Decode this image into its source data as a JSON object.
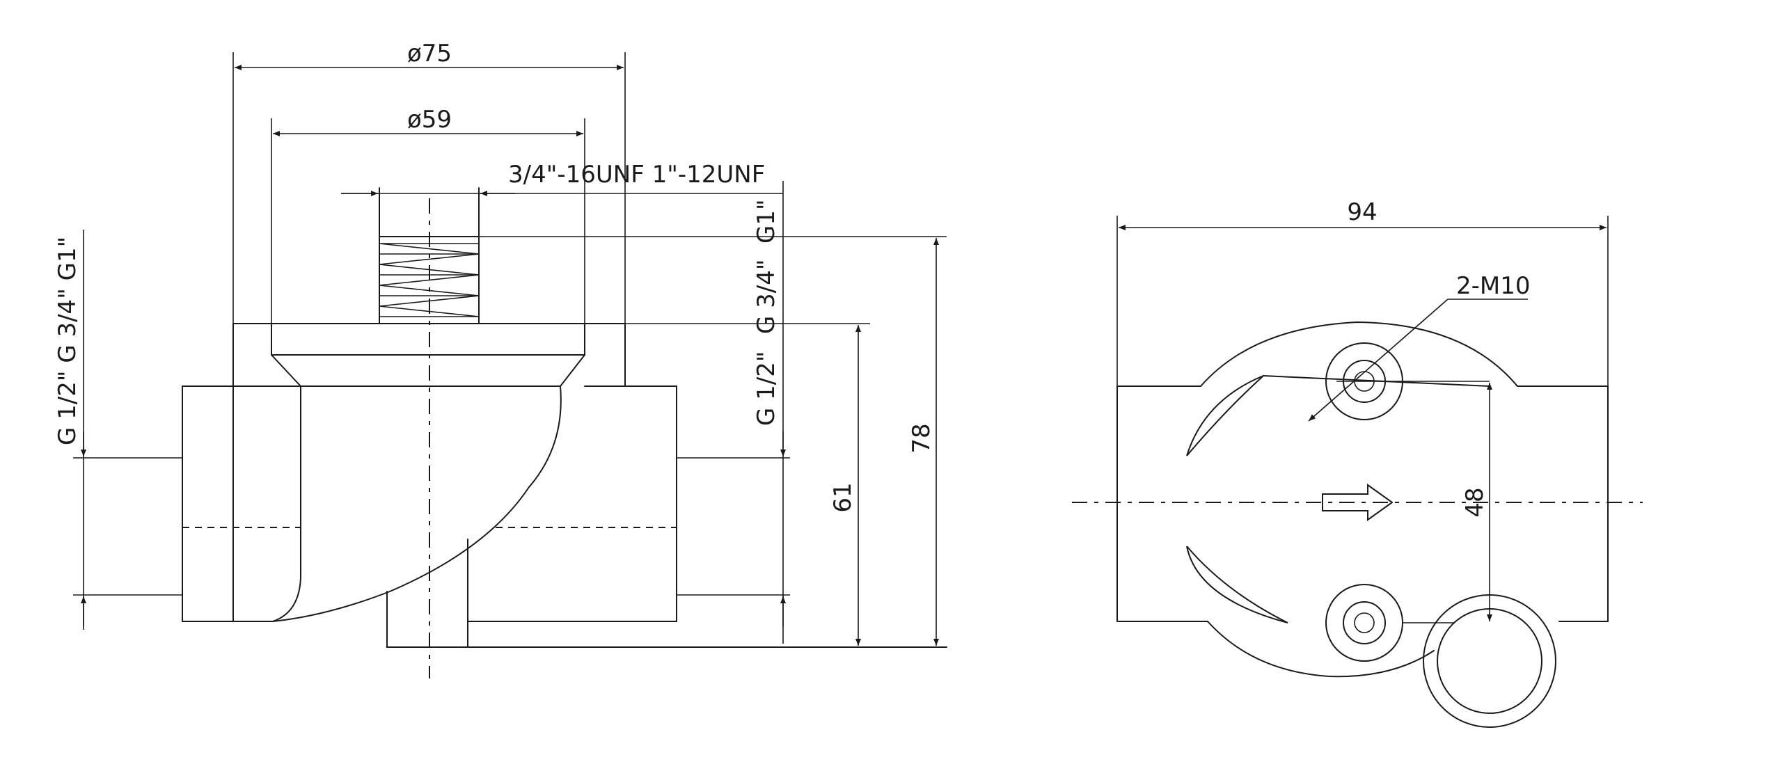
{
  "side_view": {
    "dim_outer_diameter": "ø75",
    "dim_inner_diameter": "ø59",
    "dim_thread_spec": "3/4\"-16UNF 1\"-12UNF",
    "left_thread_label": "G 1/2\"  G 3/4\"  G1\"",
    "right_thread_g1": "G1\"",
    "right_thread_g34": "G 3/4\"",
    "right_thread_g12": "G 1/2\"",
    "dim_height_61": "61",
    "dim_height_78": "78"
  },
  "top_view": {
    "dim_width": "94",
    "dim_bolts": "2-M10",
    "dim_bolt_spacing": "48"
  }
}
